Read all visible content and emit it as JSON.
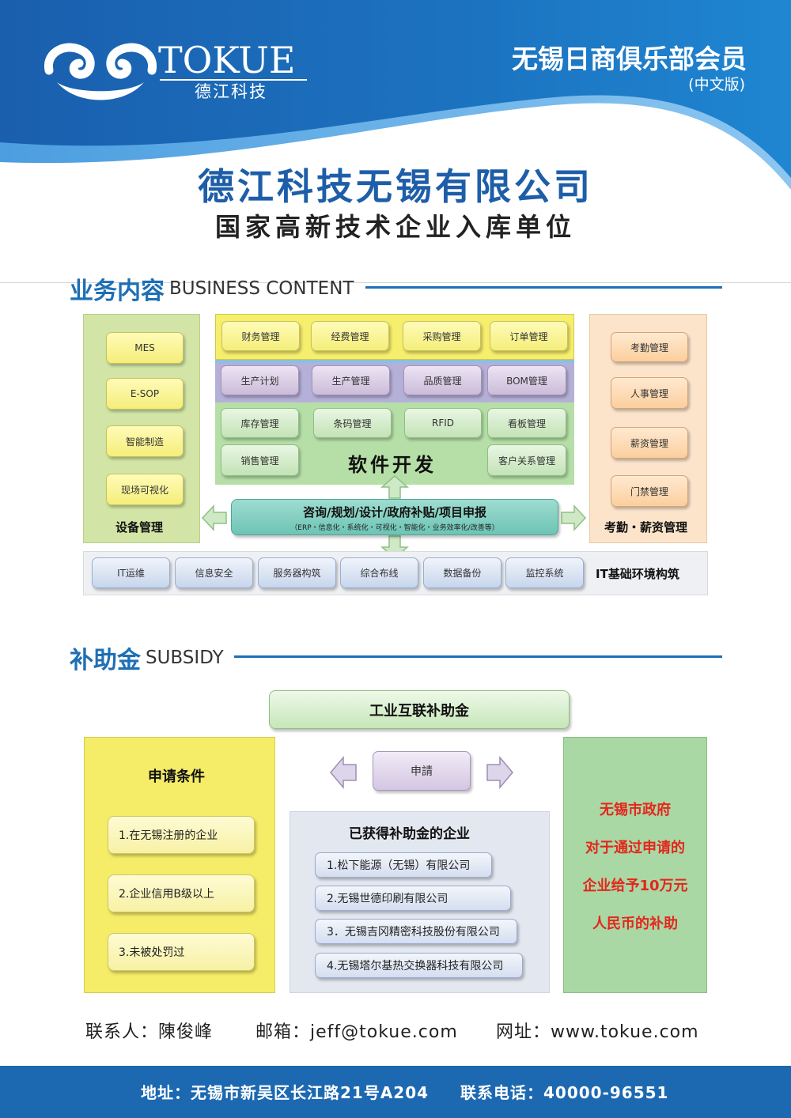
{
  "header": {
    "logo_text": "TOKUE",
    "logo_subtext": "德江科技",
    "title": "无锡日商俱乐部会员",
    "subtitle": "(中文版)"
  },
  "company": {
    "name": "德江科技无锡有限公司",
    "tagline": "国家高新技术企业入库单位"
  },
  "business": {
    "heading_zh": "业务内容",
    "heading_en": "BUSINESS CONTENT",
    "equipment": {
      "items": [
        "MES",
        "E-SOP",
        "智能制造",
        "现场可视化"
      ],
      "title": "设备管理"
    },
    "software": {
      "row1": [
        "财务管理",
        "经费管理",
        "采购管理",
        "订单管理"
      ],
      "row2": [
        "生产计划",
        "生产管理",
        "品质管理",
        "BOM管理"
      ],
      "row3": [
        "库存管理",
        "条码管理",
        "RFID",
        "看板管理"
      ],
      "sales": "销售管理",
      "crm": "客户关系管理",
      "title": "软件开发"
    },
    "hr": {
      "items": [
        "考勤管理",
        "人事管理",
        "薪资管理",
        "门禁管理"
      ],
      "title": "考勤・薪资管理"
    },
    "consult": {
      "title": "咨询/规划/设计/政府补贴/项目申报",
      "subtitle": "（ERP・信息化・系统化・可视化・智能化・业务效率化/改善等）"
    },
    "it": {
      "items": [
        "IT运维",
        "信息安全",
        "服务器构筑",
        "综合布线",
        "数据备份",
        "监控系统"
      ],
      "title": "IT基础环境构筑"
    }
  },
  "subsidy": {
    "heading_zh": "补助金",
    "heading_en": "SUBSIDY",
    "main_title": "工业互联补助金",
    "conditions": {
      "title": "申请条件",
      "items": [
        "1.在无锡注册的企业",
        "2.企业信用B级以上",
        "3.未被处罚过"
      ]
    },
    "apply_label": "申請",
    "enterprises": {
      "title": "已获得补助金的企业",
      "items": [
        "1.松下能源（无锡）有限公司",
        "2.无锡世德印刷有限公司",
        "3．无锡吉冈精密科技股份有限公司",
        "4.无锡塔尔基热交换器科技有限公司"
      ]
    },
    "government": [
      "无锡市政府",
      "对于通过申请的",
      "企业给予10万元",
      "人民币的补助"
    ]
  },
  "contact": {
    "person": "联系人：陳俊峰",
    "email": "邮箱：jeff@tokue.com",
    "website": "网址：www.tokue.com"
  },
  "footer": {
    "address": "地址：无锡市新吴区长江路21号A204",
    "phone": "联系电话：40000-96551"
  },
  "colors": {
    "brand_blue": "#1d69b1",
    "heading_blue": "#1e6fb5",
    "highlight_red": "#e4261c"
  }
}
